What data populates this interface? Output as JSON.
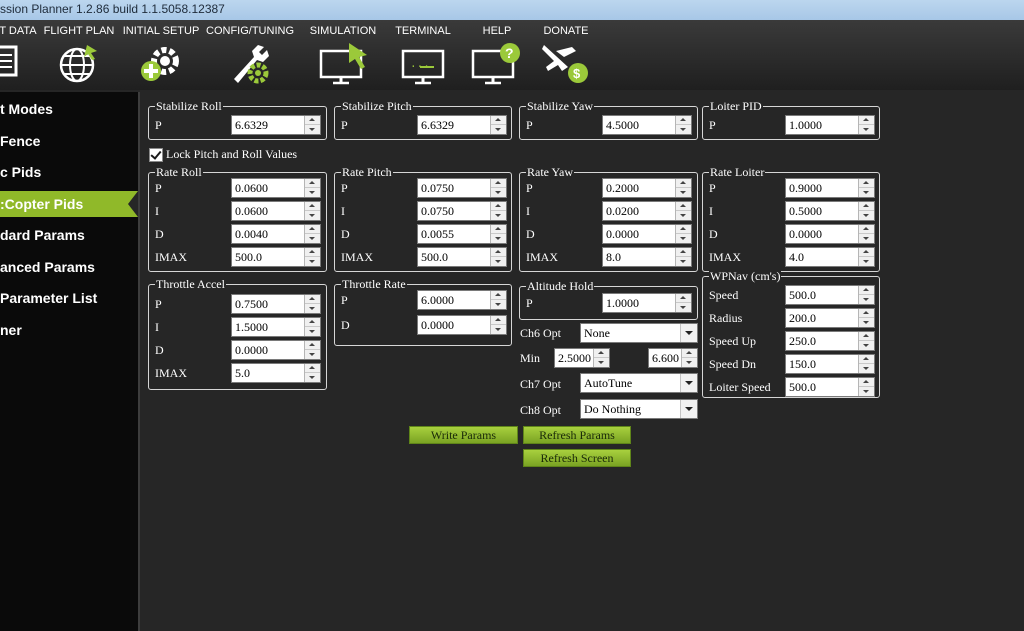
{
  "window": {
    "title": "ssion Planner 1.2.86 build 1.1.5058.12387"
  },
  "menu": [
    {
      "label": "T DATA",
      "icon": "flight-data-icon"
    },
    {
      "label": "FLIGHT PLAN",
      "icon": "globe-icon"
    },
    {
      "label": "INITIAL SETUP",
      "icon": "setup-gear-icon"
    },
    {
      "label": "CONFIG/TUNING",
      "icon": "wrench-gear-icon"
    },
    {
      "label": "SIMULATION",
      "icon": "simulation-monitor-icon"
    },
    {
      "label": "TERMINAL",
      "icon": "terminal-monitor-icon"
    },
    {
      "label": "HELP",
      "icon": "help-monitor-icon"
    },
    {
      "label": "DONATE",
      "icon": "donate-plane-icon"
    }
  ],
  "sidebar": [
    {
      "label": "t Modes"
    },
    {
      "label": "Fence"
    },
    {
      "label": "c Pids"
    },
    {
      "label": ":Copter Pids",
      "active": true
    },
    {
      "label": "dard Params"
    },
    {
      "label": "anced Params"
    },
    {
      "label": "Parameter List"
    },
    {
      "label": "ner"
    }
  ],
  "lock_checkbox": {
    "label": "Lock Pitch and Roll Values",
    "checked": true
  },
  "groups": {
    "stabilize_roll": {
      "title": "Stabilize Roll",
      "rows": [
        {
          "label": "P",
          "value": "6.6329"
        }
      ]
    },
    "stabilize_pitch": {
      "title": "Stabilize Pitch",
      "rows": [
        {
          "label": "P",
          "value": "6.6329"
        }
      ]
    },
    "stabilize_yaw": {
      "title": "Stabilize Yaw",
      "rows": [
        {
          "label": "P",
          "value": "4.5000"
        }
      ]
    },
    "loiter_pid": {
      "title": "Loiter PID",
      "rows": [
        {
          "label": "P",
          "value": "1.0000"
        }
      ]
    },
    "rate_roll": {
      "title": "Rate Roll",
      "rows": [
        {
          "label": "P",
          "value": "0.0600"
        },
        {
          "label": "I",
          "value": "0.0600"
        },
        {
          "label": "D",
          "value": "0.0040"
        },
        {
          "label": "IMAX",
          "value": "500.0"
        }
      ]
    },
    "rate_pitch": {
      "title": "Rate Pitch",
      "rows": [
        {
          "label": "P",
          "value": "0.0750"
        },
        {
          "label": "I",
          "value": "0.0750"
        },
        {
          "label": "D",
          "value": "0.0055"
        },
        {
          "label": "IMAX",
          "value": "500.0"
        }
      ]
    },
    "rate_yaw": {
      "title": "Rate Yaw",
      "rows": [
        {
          "label": "P",
          "value": "0.2000"
        },
        {
          "label": "I",
          "value": "0.0200"
        },
        {
          "label": "D",
          "value": "0.0000"
        },
        {
          "label": "IMAX",
          "value": "8.0"
        }
      ]
    },
    "rate_loiter": {
      "title": "Rate Loiter",
      "rows": [
        {
          "label": "P",
          "value": "0.9000"
        },
        {
          "label": "I",
          "value": "0.5000"
        },
        {
          "label": "D",
          "value": "0.0000"
        },
        {
          "label": "IMAX",
          "value": "4.0"
        }
      ]
    },
    "throttle_accel": {
      "title": "Throttle Accel",
      "rows": [
        {
          "label": "P",
          "value": "0.7500"
        },
        {
          "label": "I",
          "value": "1.5000"
        },
        {
          "label": "D",
          "value": "0.0000"
        },
        {
          "label": "IMAX",
          "value": "5.0"
        }
      ]
    },
    "throttle_rate": {
      "title": "Throttle Rate",
      "rows": [
        {
          "label": "P",
          "value": "6.0000"
        },
        {
          "label": "D",
          "value": "0.0000"
        }
      ]
    },
    "altitude_hold": {
      "title": "Altitude Hold",
      "rows": [
        {
          "label": "P",
          "value": "1.0000"
        }
      ]
    },
    "wpnav": {
      "title": "WPNav (cm's)",
      "rows": [
        {
          "label": "Speed",
          "value": "500.0"
        },
        {
          "label": "Radius",
          "value": "200.0"
        },
        {
          "label": "Speed Up",
          "value": "250.0"
        },
        {
          "label": "Speed Dn",
          "value": "150.0"
        },
        {
          "label": "Loiter Speed",
          "value": "500.0"
        }
      ]
    }
  },
  "options": {
    "ch6": {
      "label": "Ch6 Opt",
      "value": "None"
    },
    "min": {
      "label": "Min",
      "min_value": "2.5000",
      "max_value": "6.600"
    },
    "ch7": {
      "label": "Ch7 Opt",
      "value": "AutoTune"
    },
    "ch8": {
      "label": "Ch8 Opt",
      "value": "Do Nothing"
    }
  },
  "buttons": {
    "write": "Write Params",
    "refresh": "Refresh Params",
    "refresh_screen": "Refresh Screen"
  }
}
